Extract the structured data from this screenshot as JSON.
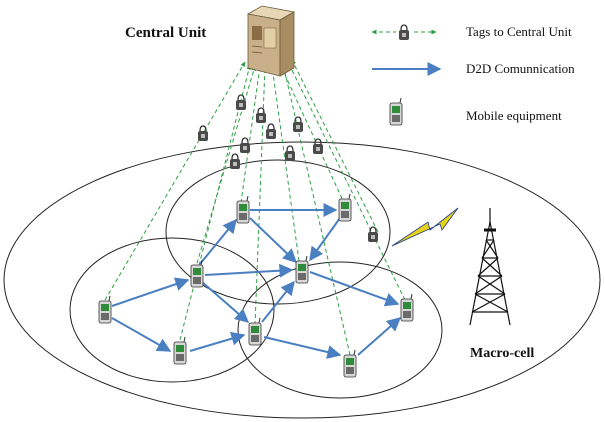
{
  "diagram": {
    "central_unit_label": "Central Unit",
    "macro_cell_label": "Macro-cell",
    "legend": {
      "tags_label": "Tags to Central Unit",
      "d2d_label": "D2D Comunnication",
      "mobile_label": "Mobile equipment"
    },
    "colors": {
      "tag_line": "#2ea043",
      "d2d_arrow": "#4a7fc1",
      "cell_outline": "#222222",
      "lightning": "#e6d21a",
      "server_body": "#c9b08a",
      "phone_screen": "#2f8a3a"
    },
    "icons": {
      "central_unit": "server-icon",
      "macro_cell": "cell-tower-icon",
      "tag": "padlock-tag-icon",
      "mobile": "mobile-phone-icon",
      "link": "lightning-bolt-icon"
    }
  }
}
